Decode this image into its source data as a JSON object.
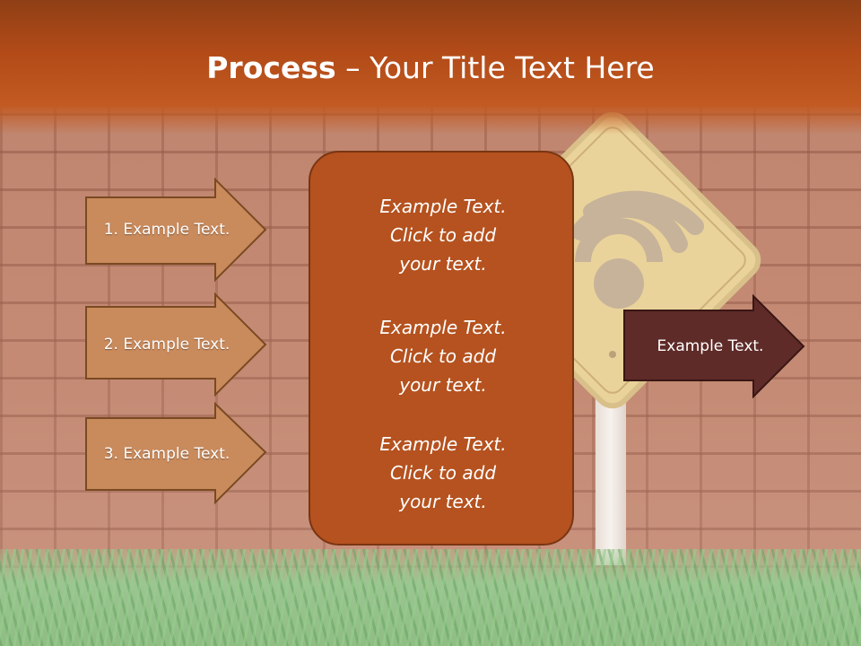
{
  "title": {
    "bold": "Process",
    "rest": " – Your Title Text Here"
  },
  "left_steps": [
    {
      "label": "1. Example Text."
    },
    {
      "label": "2. Example Text."
    },
    {
      "label": "3. Example Text."
    }
  ],
  "center_items": [
    {
      "line1": "Example Text.",
      "line2": "Click  to add",
      "line3": "your text."
    },
    {
      "line1": "Example Text.",
      "line2": "Click  to add",
      "line3": "your text."
    },
    {
      "line1": "Example Text.",
      "line2": "Click  to add",
      "line3": "your text."
    }
  ],
  "right_arrow": {
    "label": "Example Text."
  },
  "colors": {
    "title_band": "#b34b18",
    "left_arrow_fill": "#c98a5c",
    "center_box_fill": "#b5521f",
    "right_arrow_fill": "#5e2b28",
    "sign_yellow": "#f3d98a"
  },
  "icons": {
    "sign": "wifi-sign-icon"
  }
}
